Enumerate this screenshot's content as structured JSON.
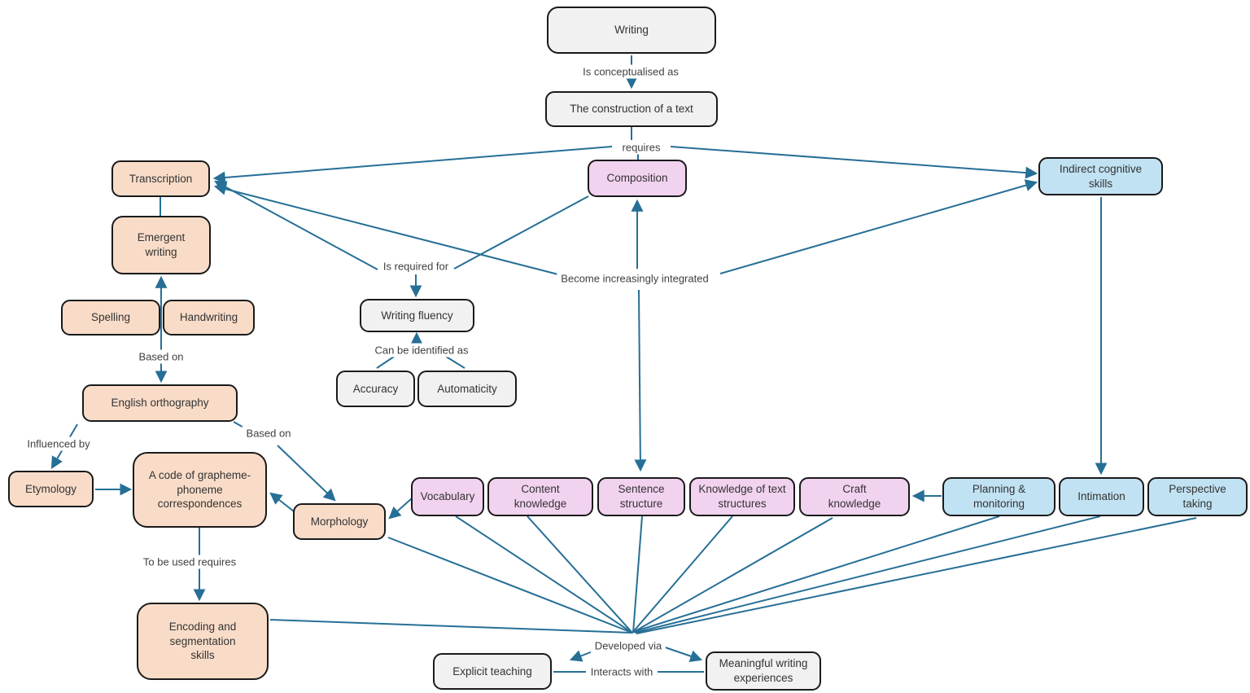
{
  "colors": {
    "node_gray": "#f1f1f1",
    "node_peach": "#f9dcc8",
    "node_pink": "#f1d2ef",
    "node_blue": "#c1e2f2",
    "line": "#266f96",
    "border": "#1a1a1a",
    "text": "#333333",
    "label_text": "#3f3f3f"
  },
  "nodes": {
    "writing": {
      "label": "Writing"
    },
    "construction": {
      "label": "The construction of a text"
    },
    "transcription": {
      "label": "Transcription"
    },
    "emergent": {
      "label": "Emergent writing"
    },
    "spelling": {
      "label": "Spelling"
    },
    "handwriting": {
      "label": "Handwriting"
    },
    "orthography": {
      "label": "English orthography"
    },
    "etymology": {
      "label": "Etymology"
    },
    "code": {
      "label": "A code of grapheme-phoneme correspondences"
    },
    "morphology": {
      "label": "Morphology"
    },
    "encoding": {
      "label": "Encoding and segmentation skills"
    },
    "fluency": {
      "label": "Writing fluency"
    },
    "accuracy": {
      "label": "Accuracy"
    },
    "automaticity": {
      "label": "Automaticity"
    },
    "composition": {
      "label": "Composition"
    },
    "indirect": {
      "label": "Indirect cognitive skills"
    },
    "vocabulary": {
      "label": "Vocabulary"
    },
    "content_knowledge": {
      "label": "Content knowledge"
    },
    "sentence_structure": {
      "label": "Sentence structure"
    },
    "knowledge_text": {
      "label": "Knowledge of text structures"
    },
    "craft_knowledge": {
      "label": "Craft knowledge"
    },
    "planning": {
      "label": "Planning & monitoring"
    },
    "intimation": {
      "label": "Intimation"
    },
    "perspective": {
      "label": "Perspective taking"
    },
    "explicit_teaching": {
      "label": "Explicit teaching"
    },
    "meaningful": {
      "label": "Meaningful writing experiences"
    }
  },
  "edge_labels": {
    "is_conceptualised": "Is conceptualised as",
    "requires": "requires",
    "based_on_1": "Based on",
    "influenced_by": "Influenced by",
    "based_on_2": "Based on",
    "to_be_used": "To be used requires",
    "is_required_for": "Is required for",
    "can_be_identified": "Can be identified as",
    "become_integrated": "Become increasingly integrated",
    "developed_via": "Developed via",
    "interacts_with": "Interacts with"
  }
}
